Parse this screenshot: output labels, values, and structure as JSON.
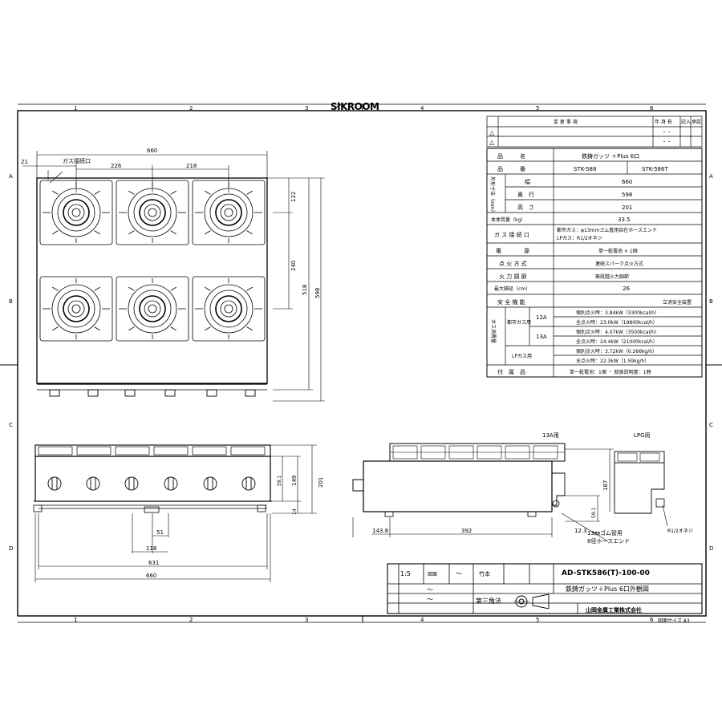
{
  "brand": "SłKROOM",
  "grid": {
    "top": [
      "1",
      "2",
      "3",
      "4",
      "5",
      "6"
    ],
    "bottom": [
      "1",
      "2",
      "3",
      "4",
      "5",
      "6"
    ],
    "left": [
      "A",
      "B",
      "C",
      "D"
    ],
    "right": [
      "A",
      "B",
      "C",
      "D"
    ]
  },
  "top_view": {
    "gas_inlet_label": "ガス接続口",
    "dims": {
      "overall_width": "660",
      "left_offset": "21",
      "left_pitch": "226",
      "right_pitch": "218",
      "row_pitch_top": "122",
      "row_pitch": "240",
      "depth_inner": "518",
      "depth_outer": "598"
    }
  },
  "front_view": {
    "dims": {
      "h1": "59.1",
      "h2": "149",
      "h3": "201",
      "h4": "14",
      "d1": "51",
      "d2": "118",
      "d3": "631",
      "d4": "660"
    }
  },
  "side_view": {
    "label_13a": "13A用",
    "label_lpg": "LPG用",
    "dims": {
      "w1": "143.8",
      "w2": "392",
      "h1": "187",
      "h2": "59.1",
      "w3": "12.3"
    },
    "hose_label_1": "13㎜ゴム管用",
    "hose_label_2": "8径ホースエンド",
    "thread_label": "R1/2オネジ"
  },
  "rev_table": {
    "header": [
      "",
      "変 更 事 項",
      "年 月 日",
      "記入",
      "承認"
    ],
    "rows": [
      [
        "",
        "・・"
      ],
      [
        "△",
        "・・"
      ],
      [
        "△",
        "・・"
      ]
    ]
  },
  "spec": {
    "rows": [
      {
        "label": "品　　　名",
        "value": "鉄鋳ガッツ ＋Plus 6口"
      },
      {
        "label": "品　　　番",
        "value": "STK-588",
        "value2": "STK-586T"
      },
      {
        "group": "外形寸法（mm）",
        "sub": "幅",
        "value": "660"
      },
      {
        "sub": "奥　行",
        "value": "598"
      },
      {
        "sub": "高　さ",
        "value": "201"
      },
      {
        "label": "本体質量（kg）",
        "value": "33.5"
      },
      {
        "label": "ガ ス 接 続 口",
        "value": "都市ガス：φ13mmゴム管用自在ホースエンド",
        "value2": "LPガス：R1/2オネジ"
      },
      {
        "label": "電　　　　源",
        "value": "単一乾電池 × 1個"
      },
      {
        "label": "点 火 方 式",
        "value": "連続スパーク点火方式"
      },
      {
        "label": "火 力 調 節",
        "value": "無段階火力調節"
      },
      {
        "label": "最大鍋径（cm）",
        "value": "26"
      },
      {
        "label": "安 全 機 能",
        "value": "立消安全装置"
      }
    ],
    "gas_group": "ガス消費量",
    "city_gas": "都市ガス用",
    "lp_gas": "LPガス用",
    "g12a": "12A",
    "g13a": "13A",
    "consumption": [
      "個別点火時：3.84kW（3300kcal/h）",
      "全点火時：23.0kW（19800kcal/h）",
      "個別点火時：4.07kW（3500kcal/h）",
      "全点火時：24.4kW（21000kcal/h）",
      "個別点火時：3.72kW（0.266kg/h）",
      "全点火時：22.3kW（1.59kg/h）"
    ],
    "accessory_label": "付　属　品",
    "accessory_value": "単一乾電池：1個 ・ 取扱説明書：1冊"
  },
  "title_block": {
    "scale": "1:5",
    "drawn_label": "図面",
    "tilde": "～",
    "drafter": "竹本",
    "drawing_no": "AD-STK586(T)-100-00",
    "title": "鉄鋳ガッツ＋Plus 6口外観図",
    "projection": "第三角法",
    "company": "山岡金属工業株式会社",
    "size": "図面サイズ A3"
  }
}
